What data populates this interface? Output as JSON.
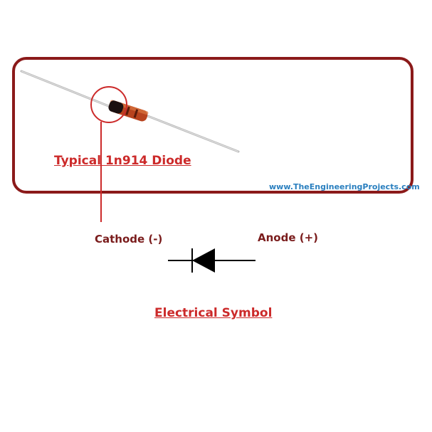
{
  "panel": {
    "title": "Typical 1n914 Diode",
    "watermark": "www.TheEngineeringProjects.com"
  },
  "labels": {
    "cathode": "Cathode (-)",
    "anode": "Anode (+)"
  },
  "symbol": {
    "caption": "Electrical Symbol"
  },
  "colors": {
    "frame": "#8b1a1a",
    "highlight": "#cc2a2a",
    "label": "#7a1c1c",
    "watermark": "#2a7fbf",
    "symbol": "#000000"
  },
  "icons": {
    "component": "diode-photo",
    "symbol": "diode-symbol-icon"
  }
}
